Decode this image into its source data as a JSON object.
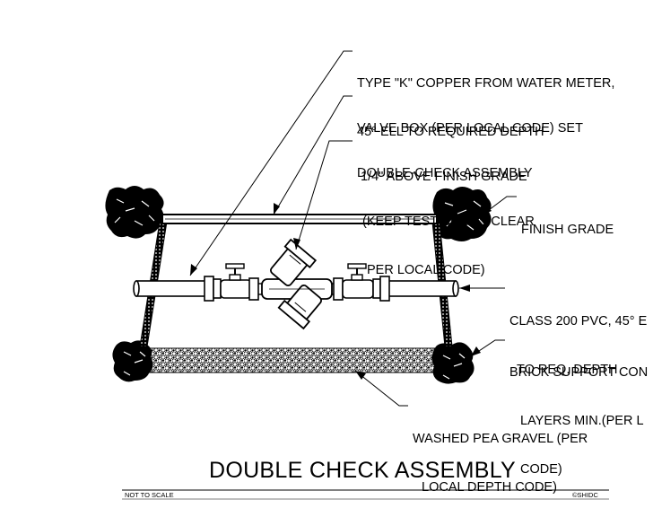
{
  "callouts": {
    "copper": [
      "TYPE \"K\" COPPER FROM WATER METER,",
      "45° ELL TO REQUIRED DEPTH"
    ],
    "valve_box": [
      "VALVE BOX (PER LOCAL CODE) SET",
      "1/4\" ABOVE FINISH GRADE"
    ],
    "assembly": [
      "DOUBLE-CHECK ASSEMBLY",
      "(KEEP TEST COCKS CLEAR",
      "PER LOCAL CODE)"
    ],
    "finish_grade": [
      "FINISH GRADE"
    ],
    "pvc": [
      "CLASS 200 PVC, 45° E",
      "TO REQ. DEPTH"
    ],
    "brick": [
      "BRICK SUPPORT CON",
      "LAYERS MIN.(PER L",
      "CODE)"
    ],
    "gravel": [
      "WASHED PEA GRAVEL (PER",
      "LOCAL DEPTH CODE)"
    ]
  },
  "title": "DOUBLE CHECK ASSEMBLY",
  "scale_note": "NOT TO SCALE",
  "copyright": "©SHIDC",
  "colors": {
    "ink": "#000000",
    "paper": "#ffffff",
    "pipe": "#ffffff"
  }
}
